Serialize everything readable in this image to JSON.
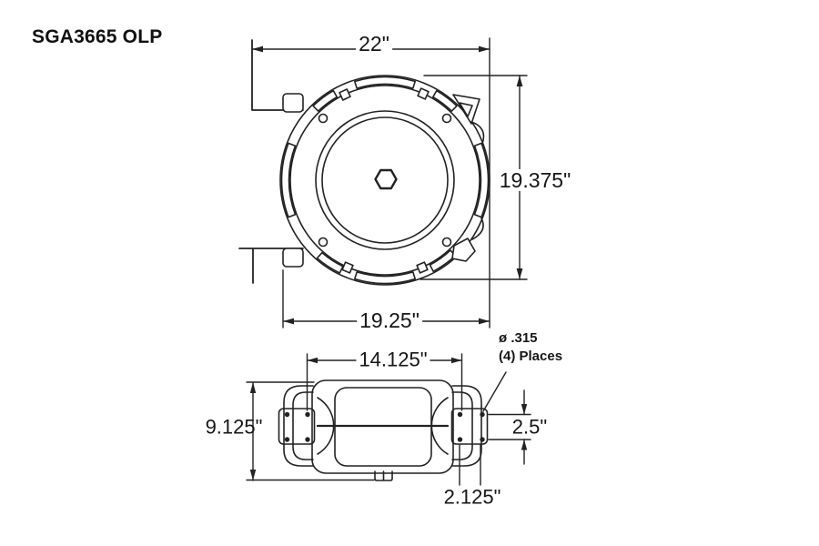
{
  "page": {
    "title": "SGA3665 OLP"
  },
  "colors": {
    "background": "#ffffff",
    "line": "#222222",
    "text": "#161616"
  },
  "top_view": {
    "dim_overall_width": "22\"",
    "dim_overall_height": "19.375\"",
    "dim_base_width": "19.25\""
  },
  "bottom_view": {
    "dim_mounting_hole_span": "14.125\"",
    "dim_overall_depth": "9.125\"",
    "dim_hole_spacing_vertical": "2.5\"",
    "dim_hole_spacing_horizontal": "2.125\"",
    "hole_diameter_callout": "ø .315",
    "hole_count_callout": "(4) Places"
  }
}
